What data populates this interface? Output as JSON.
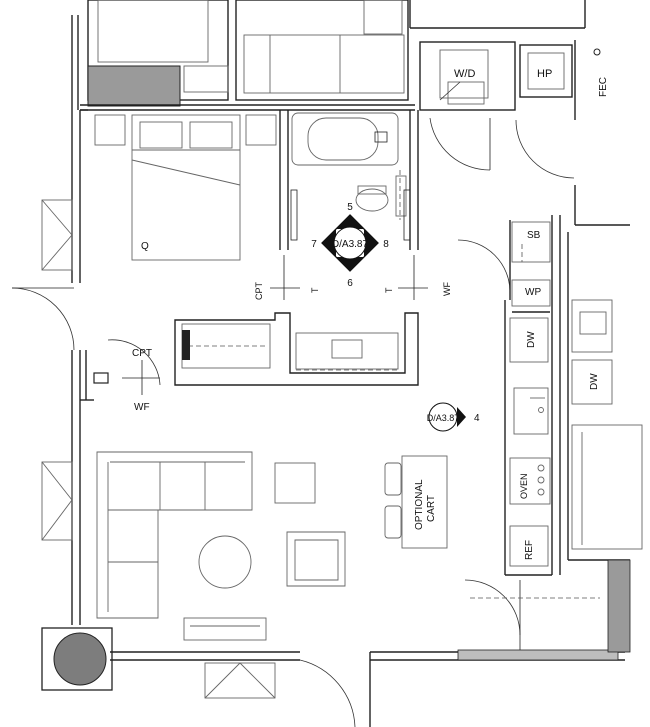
{
  "labels": {
    "washer_dryer": "W/D",
    "heat_pump": "HP",
    "fec": "FEC",
    "queen_bed": "Q",
    "shower_bar": "SB",
    "wp": "WP",
    "dishwasher_1": "DW",
    "dishwasher_2": "DW",
    "oven": "OVEN",
    "refrigerator": "REF",
    "optional_cart": [
      "OPTIONAL",
      "CART"
    ],
    "cpt_1": "CPT",
    "t_1": "T",
    "t_2": "T",
    "wf_1": "WF",
    "cpt_2": "CPT",
    "wf_2": "WF"
  },
  "elevation_marker_1": {
    "ref": "D/A3.87",
    "n5": "5",
    "n6": "6",
    "n7": "7",
    "n8": "8"
  },
  "elevation_marker_2": {
    "ref": "D/A3.87",
    "n4": "4"
  },
  "colors": {
    "wall": "#222222",
    "fill_gray": "#9a9a9a",
    "column_fill": "#7d7d7d"
  }
}
